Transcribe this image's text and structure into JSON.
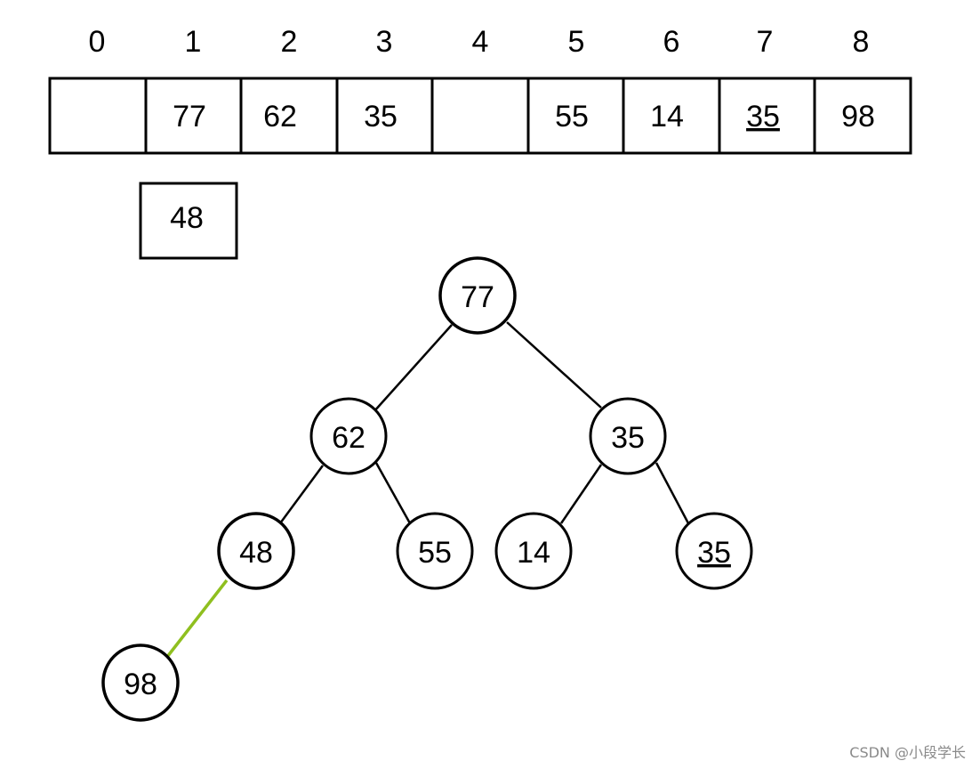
{
  "array": {
    "indices": [
      "0",
      "1",
      "2",
      "3",
      "4",
      "5",
      "6",
      "7",
      "8"
    ],
    "cells": [
      {
        "value": "",
        "style": "normal"
      },
      {
        "value": "77",
        "style": "normal"
      },
      {
        "value": "62",
        "style": "normal"
      },
      {
        "value": "35",
        "style": "normal"
      },
      {
        "value": "",
        "style": "normal"
      },
      {
        "value": "55",
        "style": "normal"
      },
      {
        "value": "14",
        "style": "normal"
      },
      {
        "value": "35",
        "style": "underline"
      },
      {
        "value": "98",
        "style": "red"
      }
    ]
  },
  "temp_box": {
    "value": "48"
  },
  "tree": {
    "nodes": [
      {
        "id": "n77",
        "value": "77",
        "style": "normal"
      },
      {
        "id": "n62",
        "value": "62",
        "style": "normal"
      },
      {
        "id": "n35a",
        "value": "35",
        "style": "normal"
      },
      {
        "id": "n48",
        "value": "48",
        "style": "blue"
      },
      {
        "id": "n55",
        "value": "55",
        "style": "normal"
      },
      {
        "id": "n14",
        "value": "14",
        "style": "normal"
      },
      {
        "id": "n35b",
        "value": "35",
        "style": "underline"
      },
      {
        "id": "n98",
        "value": "98",
        "style": "red"
      }
    ],
    "edges": [
      {
        "from": "n77",
        "to": "n62",
        "style": "normal"
      },
      {
        "from": "n77",
        "to": "n35a",
        "style": "normal"
      },
      {
        "from": "n62",
        "to": "n48",
        "style": "normal"
      },
      {
        "from": "n62",
        "to": "n55",
        "style": "normal"
      },
      {
        "from": "n35a",
        "to": "n14",
        "style": "normal"
      },
      {
        "from": "n35a",
        "to": "n35b",
        "style": "normal"
      },
      {
        "from": "n48",
        "to": "n98",
        "style": "highlight"
      }
    ]
  },
  "colors": {
    "red": "#ff0000",
    "blue": "#0000ff",
    "highlight_edge": "#8fbf1f",
    "stroke": "#000000"
  },
  "watermark": "CSDN @小段学长"
}
